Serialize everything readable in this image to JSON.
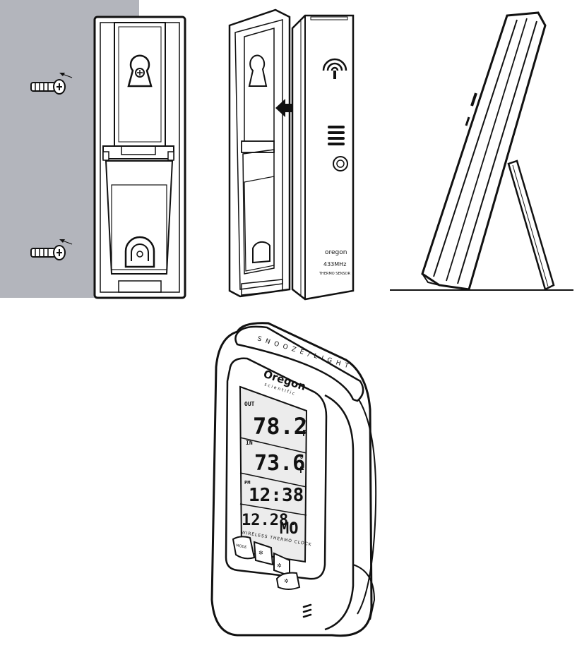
{
  "colors": {
    "wall": "#b3b5bc",
    "ink": "#111111",
    "paper": "#ffffff",
    "lcd_bg": "#ececec"
  },
  "sensor": {
    "freq_label": "433MHz",
    "type_label": "THERMO SENSOR",
    "brand": "oregon"
  },
  "clock": {
    "top_label": "SNOOZE/LIGHT",
    "brand": "Oregon",
    "brand_sub": "scientific",
    "out_label": "OUT",
    "in_label": "IN",
    "pm_label": "PM",
    "out_temp": "78.2",
    "in_temp": "73.6",
    "unit_f": "F",
    "time": "12:38",
    "date": "12.28.",
    "weekday": "MO",
    "model_caption": "WIRELESS THERMO CLOCK",
    "mode_label": "MODE"
  },
  "icons": {
    "screw": "screw-icon",
    "arrow": "direction-arrow-icon",
    "signal": "wireless-signal-icon",
    "keyhole": "wall-mount-keyhole-icon",
    "reset": "reset-button-icon"
  }
}
